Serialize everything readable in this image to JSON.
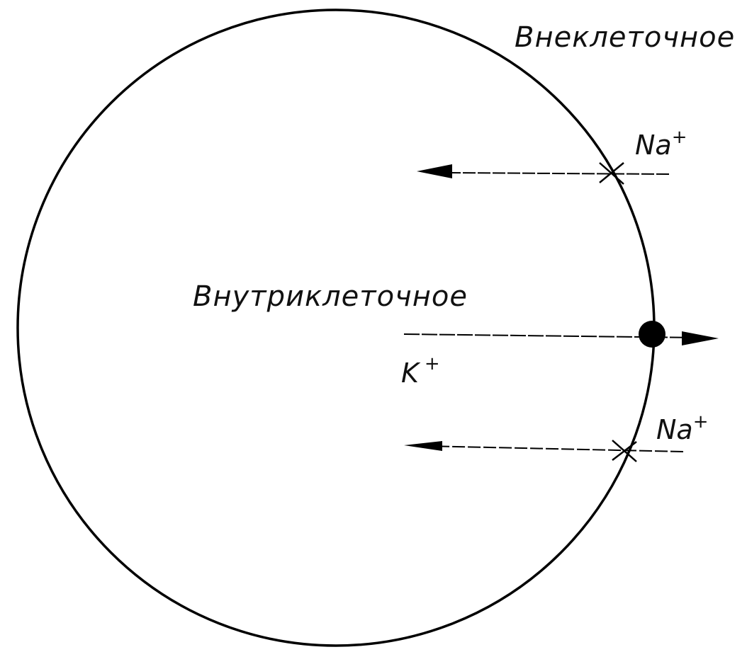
{
  "diagram": {
    "labels": {
      "extracellular": "Внеклеточное",
      "intracellular": "Внутриклеточное"
    },
    "ions": {
      "na_top": {
        "symbol": "Na",
        "charge": "+"
      },
      "k": {
        "symbol": "K",
        "charge": "+"
      },
      "na_bottom": {
        "symbol": "Na",
        "charge": "+"
      }
    }
  }
}
